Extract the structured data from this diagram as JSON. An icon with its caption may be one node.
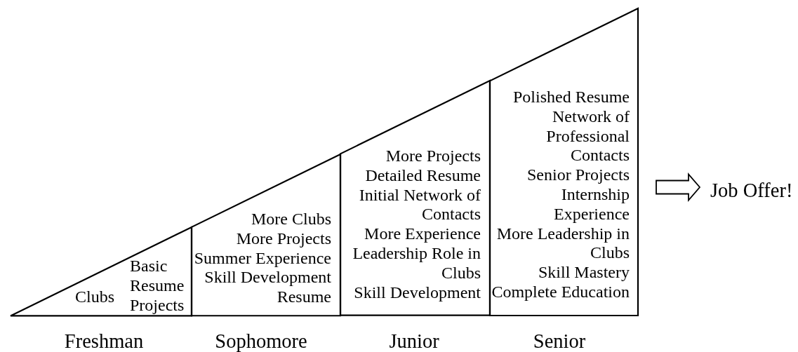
{
  "diagram": {
    "nodes": [
      {
        "text": [
          "Clubs",
          "Basic Resume",
          "Projects"
        ],
        "beside": [
          "Freshman"
        ]
      },
      {
        "text": [
          "More Clubs",
          "More Projects",
          "Summer Experience",
          "Skill Development",
          "Resume"
        ],
        "beside": [
          "Sophomore"
        ]
      },
      {
        "text": [
          "More Projects",
          "Detailed Resume",
          "Initial Network of Contacts",
          "More Experience",
          "Leadership Role in Clubs",
          "Skill Development"
        ],
        "beside": [
          "Junior"
        ]
      },
      {
        "text": [
          "Polished Resume",
          "Network of Professional Contacts",
          "Senior Projects",
          "Internship Experience",
          "More Leadership in Clubs",
          "Skill Mastery",
          "Complete Education"
        ],
        "beside": [
          "Senior"
        ]
      },
      {
        "text": [
          "Job Offer!"
        ]
      }
    ],
    "edges": [
      {
        "from": 3,
        "to": 4,
        "arrow": "to"
      }
    ]
  }
}
